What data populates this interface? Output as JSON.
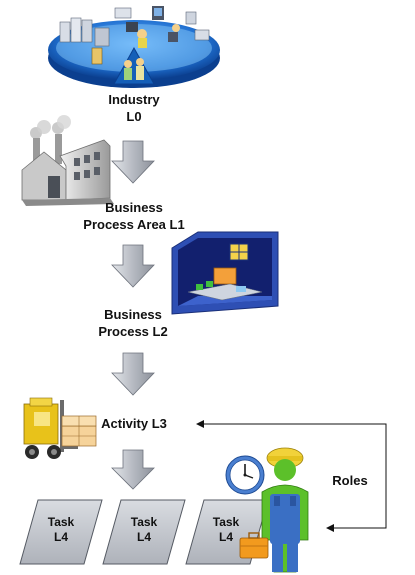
{
  "levels": {
    "industry": {
      "line1": "Industry",
      "line2": "L0"
    },
    "bpa": {
      "line1": "Business",
      "line2": "Process Area L1"
    },
    "bp": {
      "line1": "Business",
      "line2": "Process L2"
    },
    "activity": {
      "line1": "Activity L3"
    }
  },
  "tasks": [
    {
      "line1": "Task",
      "line2": "L4"
    },
    {
      "line1": "Task",
      "line2": "L4"
    },
    {
      "line1": "Task",
      "line2": "L4"
    }
  ],
  "roles": {
    "label": "Roles"
  },
  "colors": {
    "arrow_fill": "#b8bcc4",
    "task_fill": "#c4c8cf",
    "globe_blue": "#1f6fd0",
    "room_blue": "#2e4fb4",
    "forklift_yellow": "#e8c21a",
    "worker_green": "#5cc02a",
    "worker_blue": "#3a6fc4"
  }
}
